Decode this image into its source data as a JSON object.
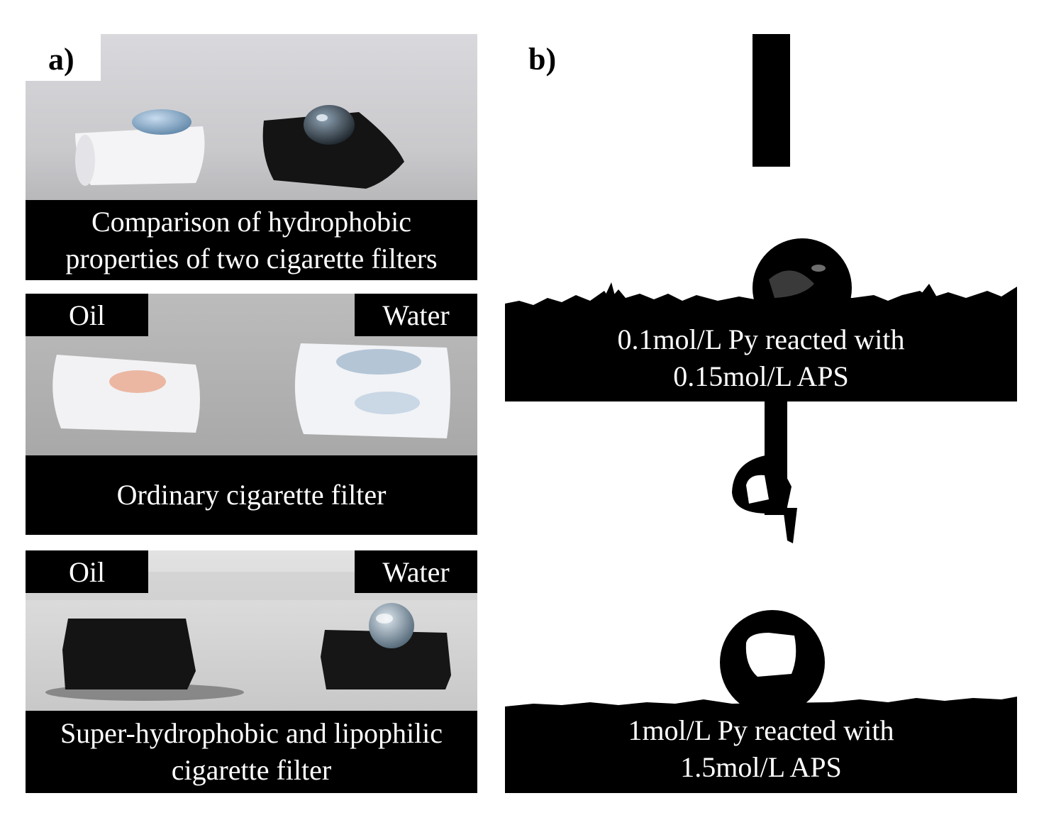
{
  "panel_a": {
    "label": "a)",
    "photo1": {
      "caption": "Comparison of hydrophobic properties of two cigarette filters"
    },
    "photo2": {
      "left_tag": "Oil",
      "right_tag": "Water",
      "caption": "Ordinary cigarette filter"
    },
    "photo3": {
      "left_tag": "Oil",
      "right_tag": "Water",
      "caption": "Super-hydrophobic and lipophilic cigarette filter"
    }
  },
  "panel_b": {
    "label": "b)",
    "image1": {
      "caption_line1": "0.1mol/L Py reacted with",
      "caption_line2": "0.15mol/L APS"
    },
    "image2": {
      "caption_line1": "1mol/L Py reacted with",
      "caption_line2": "1.5mol/L APS"
    }
  }
}
